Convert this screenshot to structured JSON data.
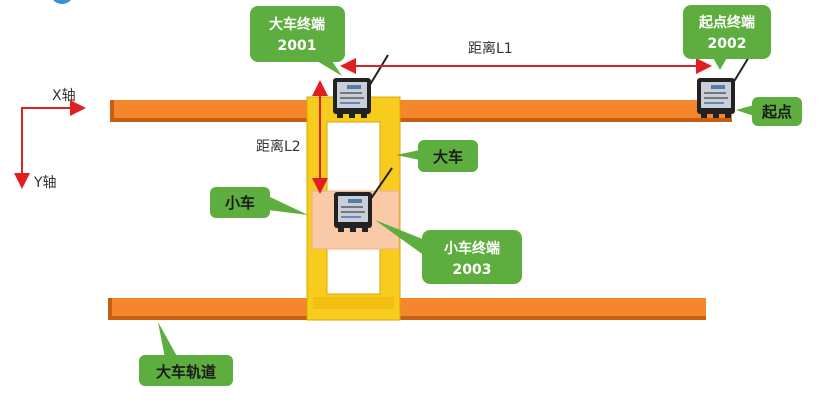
{
  "colors": {
    "rail": "#F5862B",
    "rail_shadow": "#C65E14",
    "frame": "#F7CC1E",
    "trolley": "#F9C9A8",
    "callout": "#5DAE3F",
    "arrow": "#E02020"
  },
  "axes": {
    "x_label": "X轴",
    "y_label": "Y轴"
  },
  "distances": {
    "l1": "距离L1",
    "l2": "距离L2"
  },
  "callouts": {
    "crane_terminal": {
      "line1": "大车终端",
      "line2": "2001"
    },
    "origin_terminal": {
      "line1": "起点终端",
      "line2": "2002"
    },
    "trolley_terminal": {
      "line1": "小车终端",
      "line2": "2003"
    },
    "origin": "起点",
    "crane": "大车",
    "trolley": "小车",
    "crane_rail": "大车轨道"
  }
}
